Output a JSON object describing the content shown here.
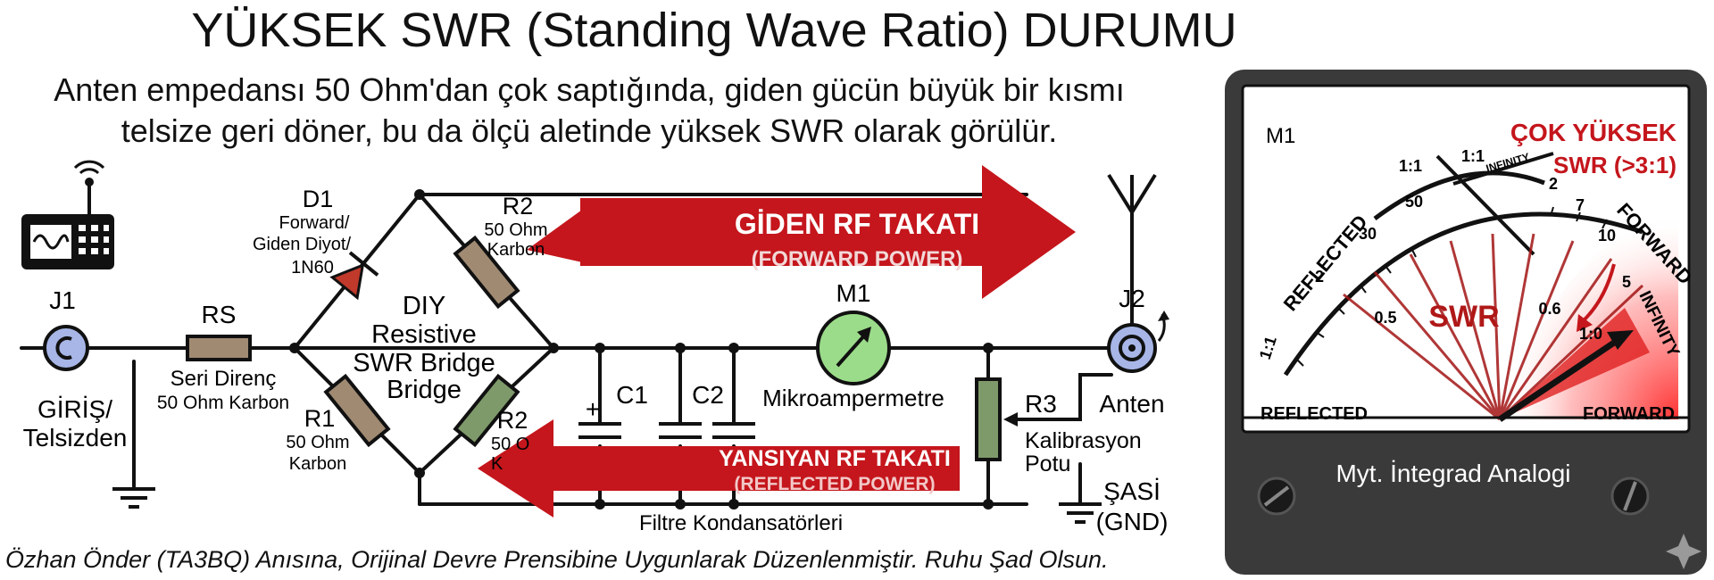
{
  "title": "YÜKSEK SWR (Standing Wave Ratio) DURUMU",
  "subtitle": {
    "line1": "Anten empedansı 50 Ohm'dan çok saptığında, giden gücün büyük bir kısmı",
    "line2": "telsize geri döner, bu da ölçü aletinde yüksek SWR olarak görülür."
  },
  "footer": "Özhan Önder (TA3BQ) Anısına, Orijinal Devre Prensibine Uygunlarak Düzenlenmiştir. Ruhu Şad Olsun.",
  "connectors": {
    "j1": {
      "ref": "J1",
      "label_1": "GİRİŞ/",
      "label_2": "Telsizden"
    },
    "j2": {
      "ref": "J2",
      "label": "Anten"
    }
  },
  "components": {
    "rs": {
      "ref": "RS",
      "desc_1": "Seri Direnç",
      "desc_2": "50 Ohm Karbon"
    },
    "d1": {
      "ref": "D1",
      "desc_1": "Forward/",
      "desc_2": "Giden Diyot/",
      "desc_3": "1N60"
    },
    "r2_top": {
      "ref": "R2",
      "desc_1": "50 Ohm",
      "desc_2": "Karbon"
    },
    "r1": {
      "ref": "R1",
      "desc_1": "50 Ohm",
      "desc_2": "Karbon"
    },
    "r2_bottom": {
      "ref": "R2",
      "desc_1": "50 O",
      "desc_2": "K"
    },
    "bridge": {
      "line1": "DIY",
      "line2": "Resistive",
      "line3": "SWR Bridge",
      "line4": "Bridge"
    },
    "m1": {
      "ref": "M1",
      "desc": "Mikroampermetre"
    },
    "c1": {
      "ref": "C1",
      "polarity": "+"
    },
    "c2": {
      "ref": "C2"
    },
    "filter_label": "Filtre Kondansatörleri",
    "r3": {
      "ref": "R3",
      "desc_1": "Kalibrasyon",
      "desc_2": "Potu"
    },
    "ground": {
      "line1": "ŞASİ",
      "line2": "(GND)"
    }
  },
  "arrows": {
    "forward": {
      "line1": "GİDEN RF TAKATI",
      "line2": "(FORWARD POWER)"
    },
    "reflected": {
      "line1": "YANSIYAN RF TAKATI",
      "line2": "(REFLECTED POWER)"
    }
  },
  "meter": {
    "ref": "M1",
    "warning_1": "ÇOK YÜKSEK",
    "warning_2": "SWR (>3:1)",
    "swr_label": "SWR",
    "outer_scale": [
      "1:1",
      "50",
      "30",
      "2",
      "7",
      "10",
      "5",
      "1:1",
      "INFINITY"
    ],
    "inner_labels": [
      "1:1",
      "0.5",
      "0.6",
      "1:0"
    ],
    "arc_left": "REFLECTED",
    "arc_right": "FORWARD",
    "arc_infinity": "INFINITY",
    "bottom_left": "REFLECTED",
    "bottom_right": "FORWARD",
    "brand": "Myt. İntegrad Analogi",
    "needle_swr_level": "high (>3:1)"
  },
  "colors": {
    "arrow_red": "#c4161c",
    "resistor_brown": "#a08a72",
    "resistor_green": "#7f9a6a",
    "meter_green": "#9bdc8a",
    "jack_blue": "#a7b6e6",
    "diode_red": "#c0392b",
    "meter_body": "#3a3a3a"
  }
}
